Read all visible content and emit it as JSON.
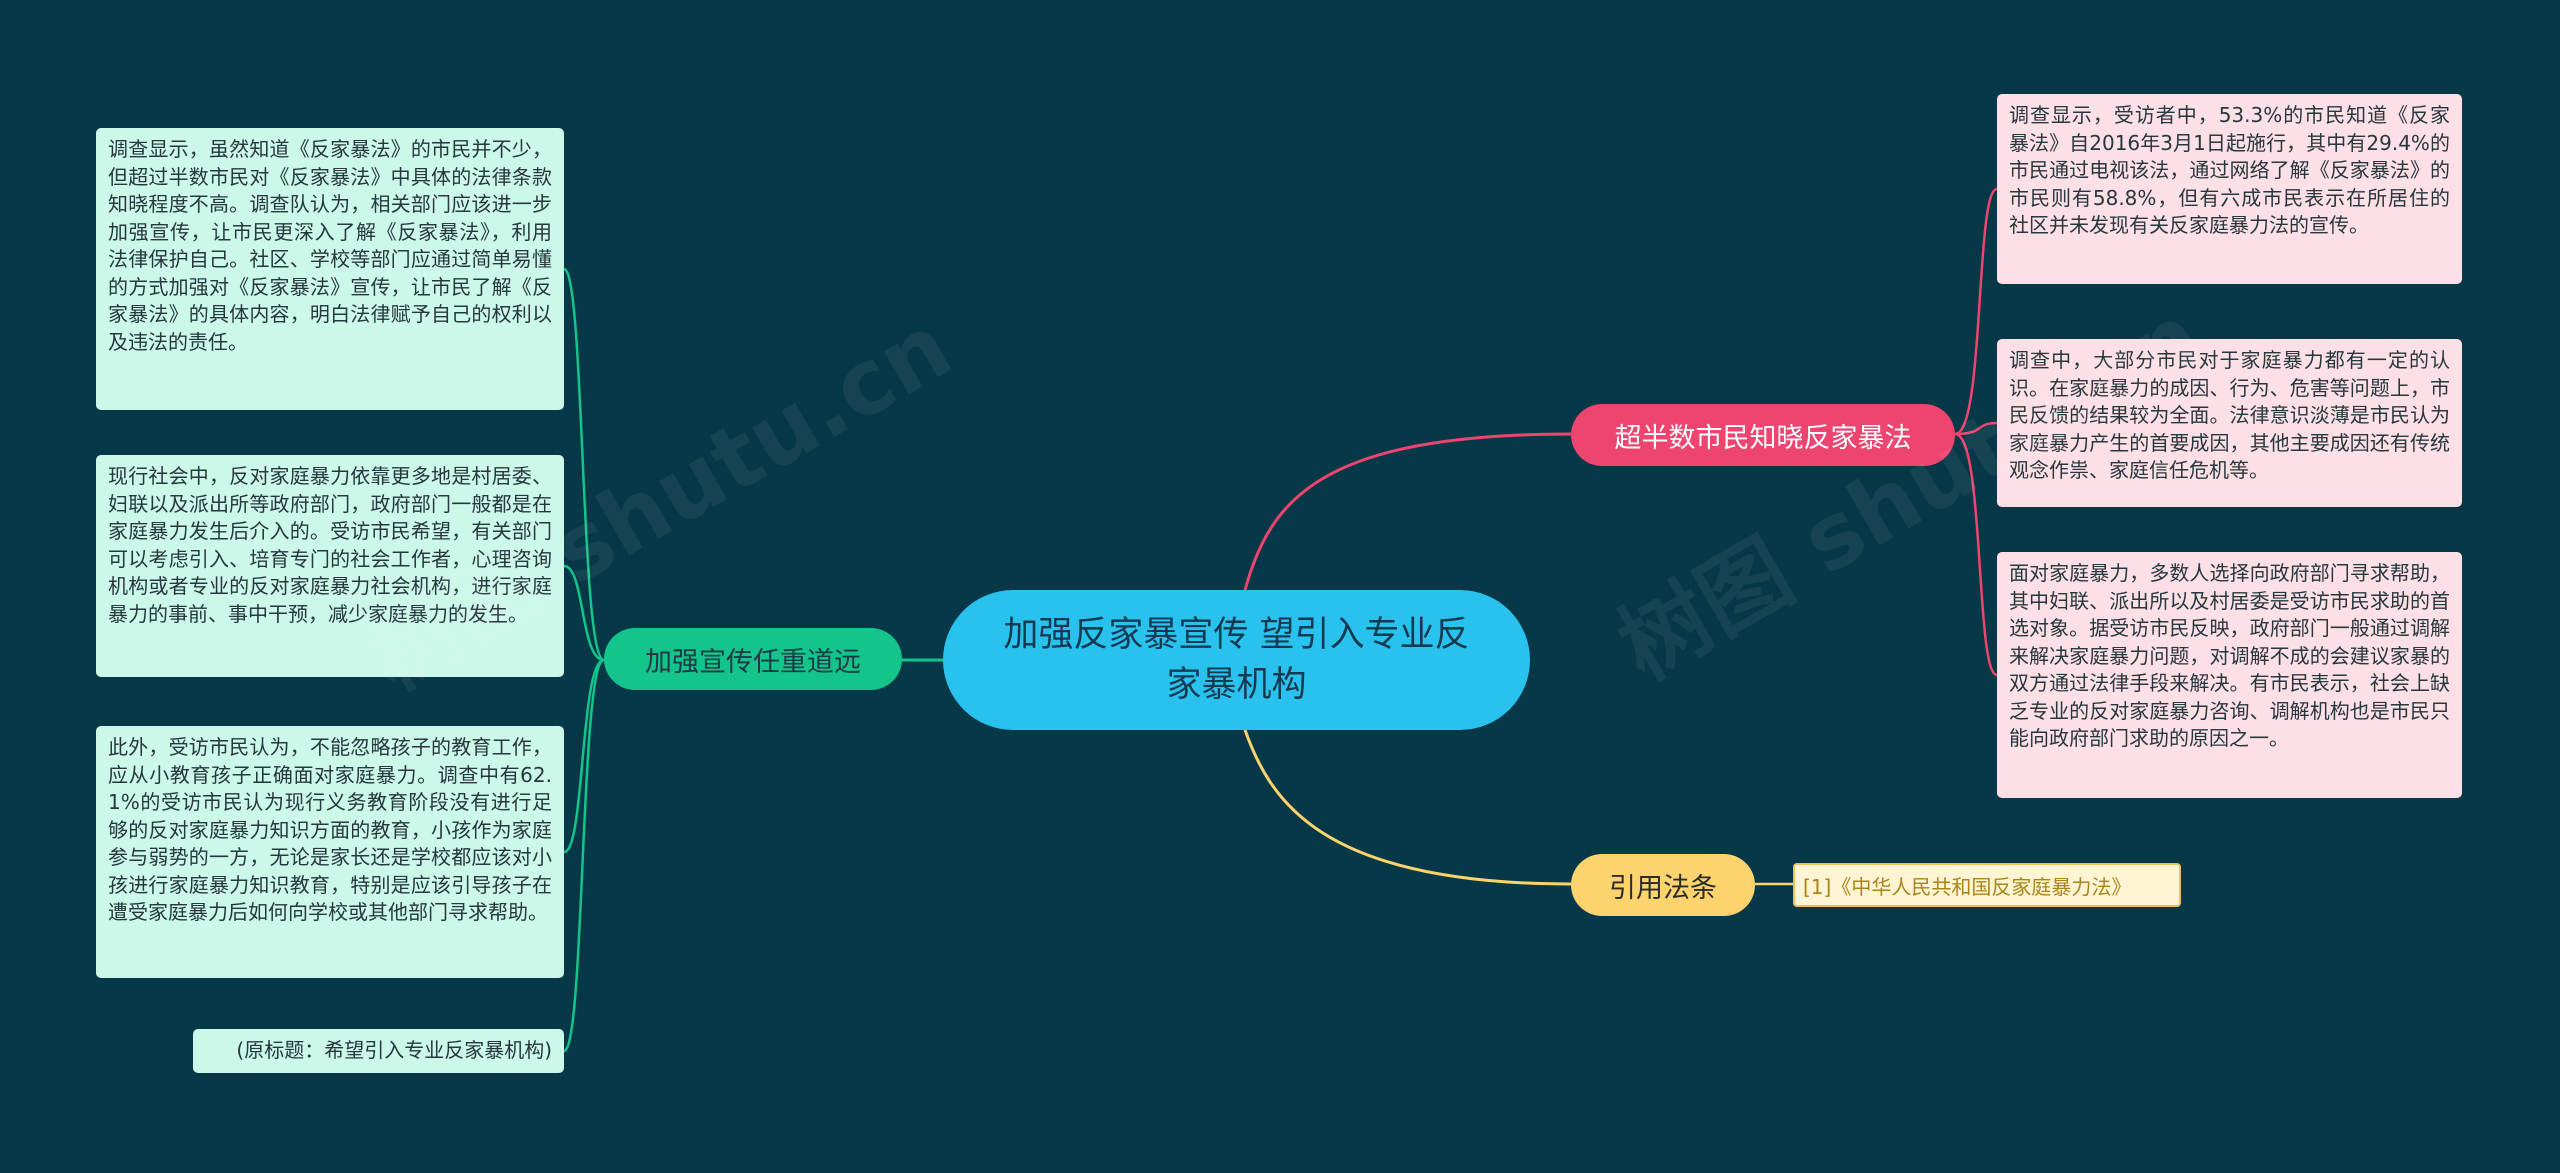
{
  "center": {
    "title": "加强反家暴宣传 望引入专业反家暴机构"
  },
  "right_branch": {
    "label": "超半数市民知晓反家暴法",
    "leaves": [
      "调查显示，受访者中，53.3%的市民知道《反家暴法》自2016年3月1日起施行，其中有29.4%的市民通过电视该法，通过网络了解《反家暴法》的市民则有58.8%，但有六成市民表示在所居住的社区并未发现有关反家庭暴力法的宣传。",
      "调查中，大部分市民对于家庭暴力都有一定的认识。在家庭暴力的成因、行为、危害等问题上，市民反馈的结果较为全面。法律意识淡薄是市民认为家庭暴力产生的首要成因，其他主要成因还有传统观念作祟、家庭信任危机等。",
      "面对家庭暴力，多数人选择向政府部门寻求帮助，其中妇联、派出所以及村居委是受访市民求助的首选对象。据受访市民反映，政府部门一般通过调解来解决家庭暴力问题，对调解不成的会建议家暴的双方通过法律手段来解决。有市民表示，社会上缺乏专业的反对家庭暴力咨询、调解机构也是市民只能向政府部门求助的原因之一。"
    ]
  },
  "left_branch": {
    "label": "加强宣传任重道远",
    "leaves": [
      "调查显示，虽然知道《反家暴法》的市民并不少，但超过半数市民对《反家暴法》中具体的法律条款知晓程度不高。调查队认为，相关部门应该进一步加强宣传，让市民更深入了解《反家暴法》，利用法律保护自己。社区、学校等部门应通过简单易懂的方式加强对《反家暴法》宣传，让市民了解《反家暴法》的具体内容，明白法律赋予自己的权利以及违法的责任。",
      "现行社会中，反对家庭暴力依靠更多地是村居委、妇联以及派出所等政府部门，政府部门一般都是在家庭暴力发生后介入的。受访市民希望，有关部门可以考虑引入、培育专门的社会工作者，心理咨询机构或者专业的反对家庭暴力社会机构，进行家庭暴力的事前、事中干预，减少家庭暴力的发生。",
      "此外，受访市民认为，不能忽略孩子的教育工作，应从小教育孩子正确面对家庭暴力。调查中有62.1%的受访市民认为现行义务教育阶段没有进行足够的反对家庭暴力知识方面的教育，小孩作为家庭参与弱势的一方，无论是家长还是学校都应该对小孩进行家庭暴力知识教育，特别是应该引导孩子在遭受家庭暴力后如何向学校或其他部门寻求帮助。",
      "(原标题：希望引入专业反家暴机构)"
    ]
  },
  "ref_branch": {
    "label": "引用法条",
    "leaf": "[1]《中华人民共和国反家庭暴力法》"
  },
  "watermarks": [
    "树图 shutu.cn",
    "树图 shutu.cn"
  ],
  "colors": {
    "background": "#073848",
    "center": "#29c2ef",
    "right_branch": "#ed4470",
    "left_branch": "#13c58b",
    "ref_branch": "#fdd36e"
  }
}
